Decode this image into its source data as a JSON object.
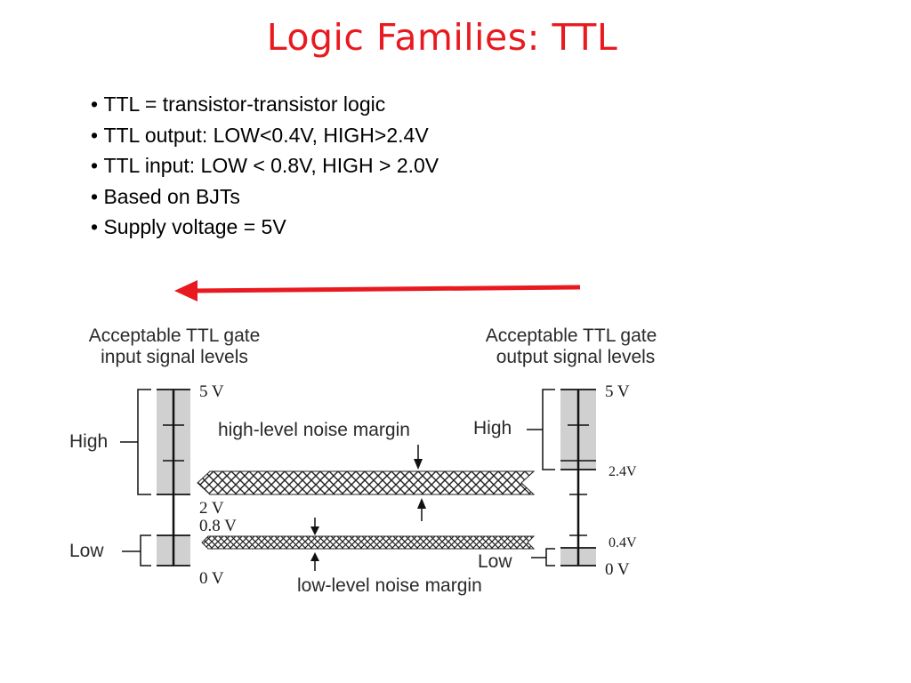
{
  "title": "Logic Families: TTL",
  "bullets": [
    "TTL = transistor-transistor logic",
    "TTL output: LOW<0.4V, HIGH>2.4V",
    "TTL input: LOW < 0.8V, HIGH > 2.0V",
    "Based on BJTs",
    "Supply voltage = 5V"
  ],
  "colors": {
    "title": "#e8191f",
    "arrow": "#e8191f",
    "band": "#d0d0d0"
  },
  "diagram": {
    "input_heading_line1": "Acceptable TTL gate",
    "input_heading_line2": "input signal levels",
    "output_heading_line1": "Acceptable TTL gate",
    "output_heading_line2": "output signal levels",
    "input_high_label": "High",
    "input_low_label": "Low",
    "output_high_label": "High",
    "output_low_label": "Low",
    "input_5v": "5 V",
    "input_2v": "2 V",
    "input_08v": "0.8 V",
    "input_0v": "0 V",
    "output_5v": "5 V",
    "output_0v": "0 V",
    "output_24v": "2.4V",
    "output_04v": "0.4V",
    "high_margin_label": "high-level noise margin",
    "low_margin_label": "low-level noise margin"
  }
}
